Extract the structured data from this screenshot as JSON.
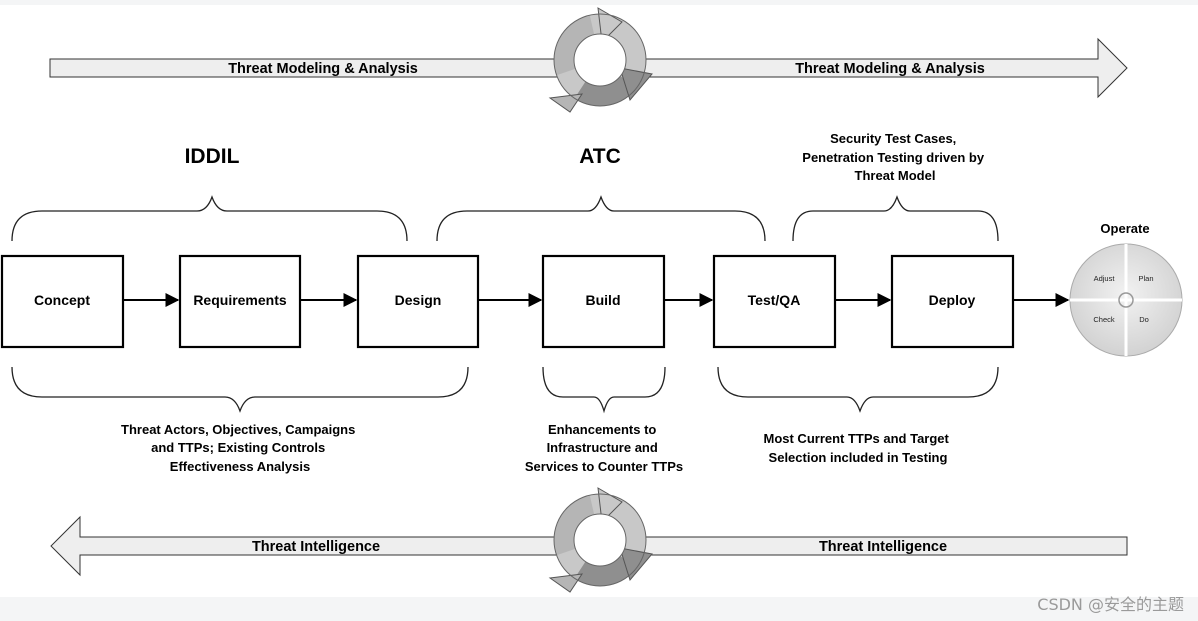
{
  "top_band": {
    "left_label": "Threat Modeling & Analysis",
    "right_label": "Threat Modeling & Analysis"
  },
  "bottom_band": {
    "left_label": "Threat Intelligence",
    "right_label": "Threat Intelligence"
  },
  "headers": {
    "iddil": "IDDIL",
    "atc": "ATC",
    "security_tests": [
      "Security Test Cases,",
      "Penetration Testing driven by",
      "Threat Model"
    ]
  },
  "boxes": [
    "Concept",
    "Requirements",
    "Design",
    "Build",
    "Test/QA",
    "Deploy"
  ],
  "operate": {
    "title": "Operate",
    "quadrants": [
      "Adjust",
      "Plan",
      "Check",
      "Do"
    ]
  },
  "notes": {
    "left": [
      "Threat Actors, Objectives, Campaigns",
      "and TTPs; Existing Controls",
      "Effectiveness Analysis"
    ],
    "middle": [
      "Enhancements to",
      "Infrastructure and",
      "Services to Counter TTPs"
    ],
    "right": [
      "Most Current TTPs and Target",
      "Selection included in Testing"
    ]
  },
  "watermark": "CSDN @安全的主题",
  "colors": {
    "band_fill": "#eeeeee",
    "cycle_light": "#c8c8c8",
    "cycle_dark": "#8f8f8f",
    "pdca_face": "#dcdcdc",
    "watermark": "#9a9a9a"
  }
}
